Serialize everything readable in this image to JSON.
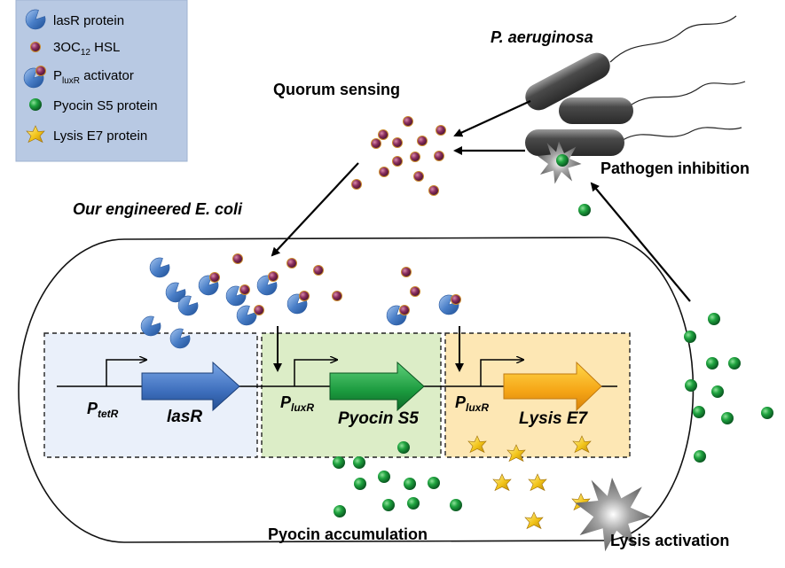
{
  "legend": {
    "items": [
      {
        "icon": "lasr-protein-icon",
        "label": "lasR protein"
      },
      {
        "icon": "hsl-molecule-icon",
        "label_main": "3OC",
        "label_sub": "12",
        "label_rest": " HSL"
      },
      {
        "icon": "pluxr-activator-icon",
        "label_main": "P",
        "label_sub": "luxR",
        "label_rest": " activator"
      },
      {
        "icon": "pyocin-s5-icon",
        "label": "Pyocin S5 protein"
      },
      {
        "icon": "lysis-e7-icon",
        "label": "Lysis E7 protein"
      }
    ]
  },
  "labels": {
    "pathogen": "P. aeruginosa",
    "quorum": "Quorum sensing",
    "engineered": "Our engineered E. coli",
    "inhibition": "Pathogen inhibition",
    "accumulation": "Pyocin accumulation",
    "lysis_activation": "Lysis activation"
  },
  "circuit": {
    "promoter1": {
      "main": "P",
      "sub": "tetR"
    },
    "gene1": "lasR",
    "promoter2": {
      "main": "P",
      "sub": "luxR"
    },
    "gene2": "Pyocin S5",
    "promoter3": {
      "main": "P",
      "sub": "luxR"
    },
    "gene3": "Lysis E7"
  },
  "colors": {
    "legend_bg": "#b8c9e3",
    "lasr": "#4a7fc8",
    "hsl": "#8a2e5e",
    "pyocin": "#1e9a3c",
    "lysis": "#f2c418",
    "box1": "#eaf0fa",
    "box2": "#dcedc7",
    "box3": "#fde7b4",
    "bacterium": "#5a5a5a"
  }
}
